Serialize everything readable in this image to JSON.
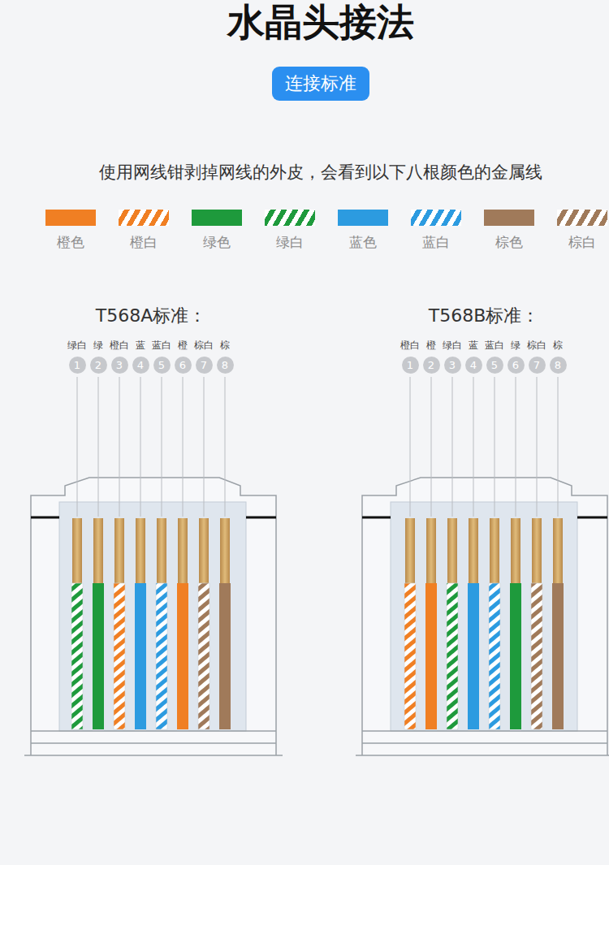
{
  "diagram": {
    "title": "水晶头接法",
    "nodes": [
      {
        "text": [
          "连接标准"
        ]
      },
      {
        "text": [
          "1"
        ]
      },
      {
        "text": [
          "2"
        ]
      },
      {
        "text": [
          "3"
        ]
      },
      {
        "text": [
          "4"
        ]
      },
      {
        "text": [
          "5"
        ]
      },
      {
        "text": [
          "6"
        ]
      },
      {
        "text": [
          "7"
        ]
      },
      {
        "text": [
          "8"
        ]
      },
      {
        "text": [
          "1"
        ]
      },
      {
        "text": [
          "2"
        ]
      },
      {
        "text": [
          "3"
        ]
      },
      {
        "text": [
          "4"
        ]
      },
      {
        "text": [
          "5"
        ]
      },
      {
        "text": [
          "6"
        ]
      },
      {
        "text": [
          "7"
        ]
      },
      {
        "text": [
          "8"
        ]
      }
    ],
    "labels": [
      "使用网线钳剥掉网线的外皮，会看到以下八根颜色的金属线",
      "T568A标准：",
      "绿白",
      "绿",
      "橙白",
      "蓝",
      "蓝白",
      "橙",
      "棕白",
      "棕",
      "T568B标准：",
      "橙白",
      "橙",
      "绿白",
      "蓝",
      "蓝白",
      "绿",
      "棕白",
      "棕"
    ],
    "legend": [
      {
        "text": "橙色",
        "color": "#f07f23"
      },
      {
        "text": "橙白"
      },
      {
        "text": "绿色",
        "color": "#1e9a3c"
      },
      {
        "text": "绿白"
      },
      {
        "text": "蓝色",
        "color": "#2c9be0"
      },
      {
        "text": "蓝白"
      },
      {
        "text": "棕色",
        "color": "#a07a5a"
      },
      {
        "text": "棕白"
      }
    ]
  }
}
